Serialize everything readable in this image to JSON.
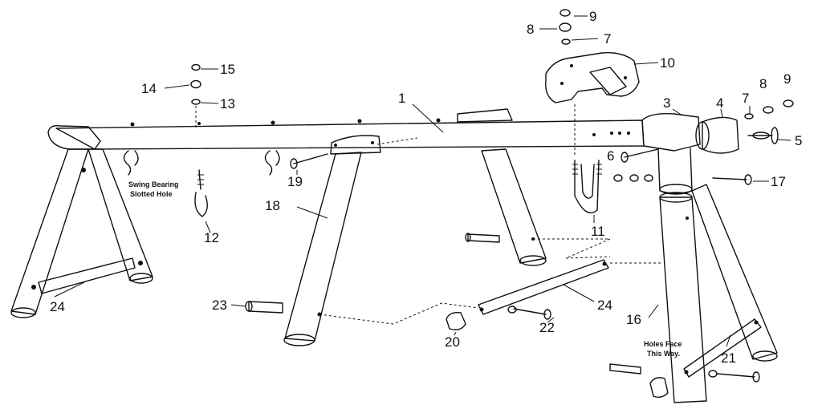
{
  "labels": {
    "n1": "1",
    "n3": "3",
    "n4": "4",
    "n5": "5",
    "n6": "6",
    "n7a": "7",
    "n7b": "7",
    "n8a": "8",
    "n8b": "8",
    "n9a": "9",
    "n9b": "9",
    "n10": "10",
    "n11": "11",
    "n12": "12",
    "n13": "13",
    "n14": "14",
    "n15": "15",
    "n16": "16",
    "n17": "17",
    "n18": "18",
    "n19": "19",
    "n20": "20",
    "n21": "21",
    "n22": "22",
    "n23": "23",
    "n24a": "24",
    "n24b": "24"
  },
  "notes": {
    "swing_line1": "Swing Bearing",
    "swing_line2": "Slotted Hole",
    "holes_line1": "Holes Face",
    "holes_line2": "This Way."
  }
}
